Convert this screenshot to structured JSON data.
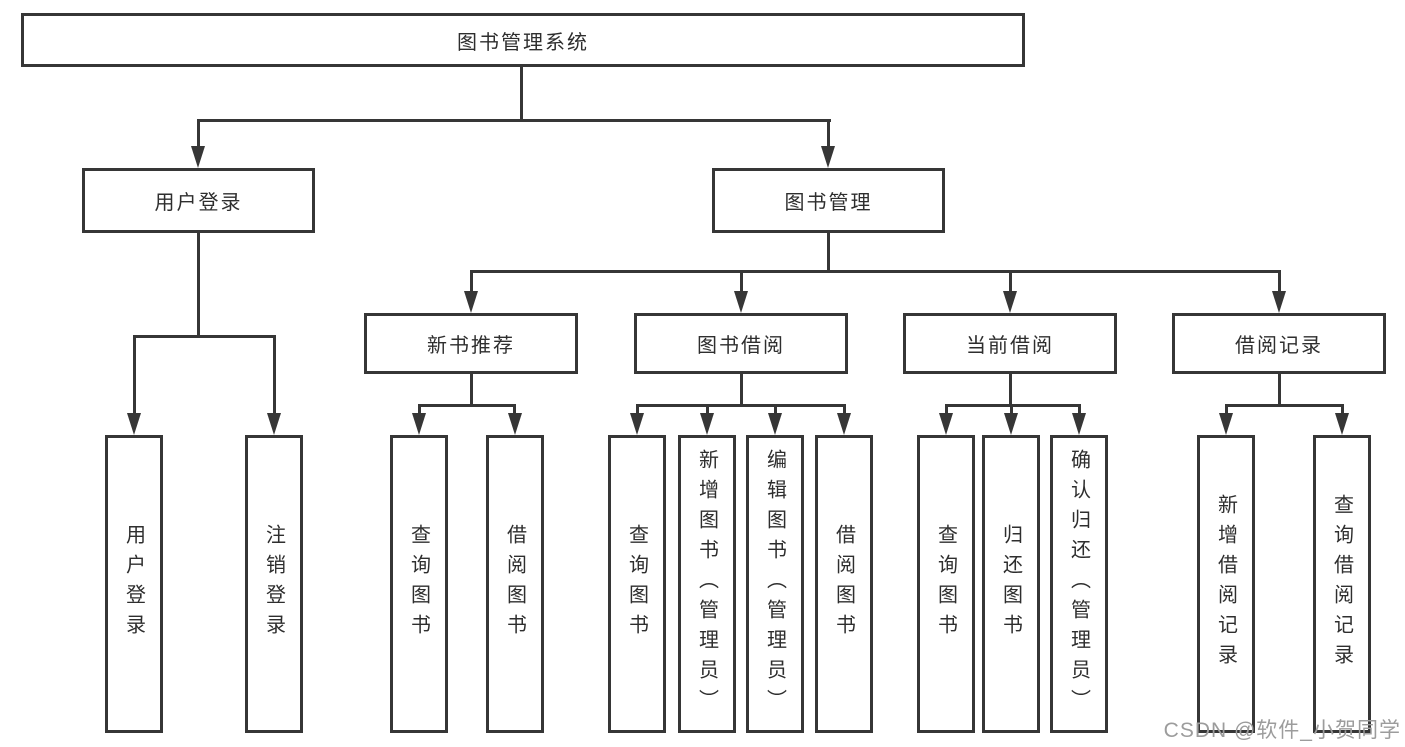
{
  "theme": {
    "line_color": "#363636",
    "text_color": "#2e2e2e",
    "box_bg": "#ffffff",
    "watermark_color": "#9c9c9c",
    "page_bg": "#ffffff"
  },
  "watermark": {
    "text": "CSDN @软件_小贺同学"
  },
  "diagram": {
    "root": {
      "label": "图书管理系统"
    },
    "branches": [
      {
        "label": "用户登录",
        "children": [
          {
            "label": "用户登录"
          },
          {
            "label": "注销登录"
          }
        ]
      },
      {
        "label": "图书管理",
        "children": [
          {
            "label": "新书推荐",
            "children": [
              {
                "label": "查询图书"
              },
              {
                "label": "借阅图书"
              }
            ]
          },
          {
            "label": "图书借阅",
            "children": [
              {
                "label": "查询图书"
              },
              {
                "label": "新增图书（管理员）"
              },
              {
                "label": "编辑图书（管理员）"
              },
              {
                "label": "借阅图书"
              }
            ]
          },
          {
            "label": "当前借阅",
            "children": [
              {
                "label": "查询图书"
              },
              {
                "label": "归还图书"
              },
              {
                "label": "确认归还（管理员）"
              }
            ]
          },
          {
            "label": "借阅记录",
            "children": [
              {
                "label": "新增借阅记录"
              },
              {
                "label": "查询借阅记录"
              }
            ]
          }
        ]
      }
    ]
  }
}
